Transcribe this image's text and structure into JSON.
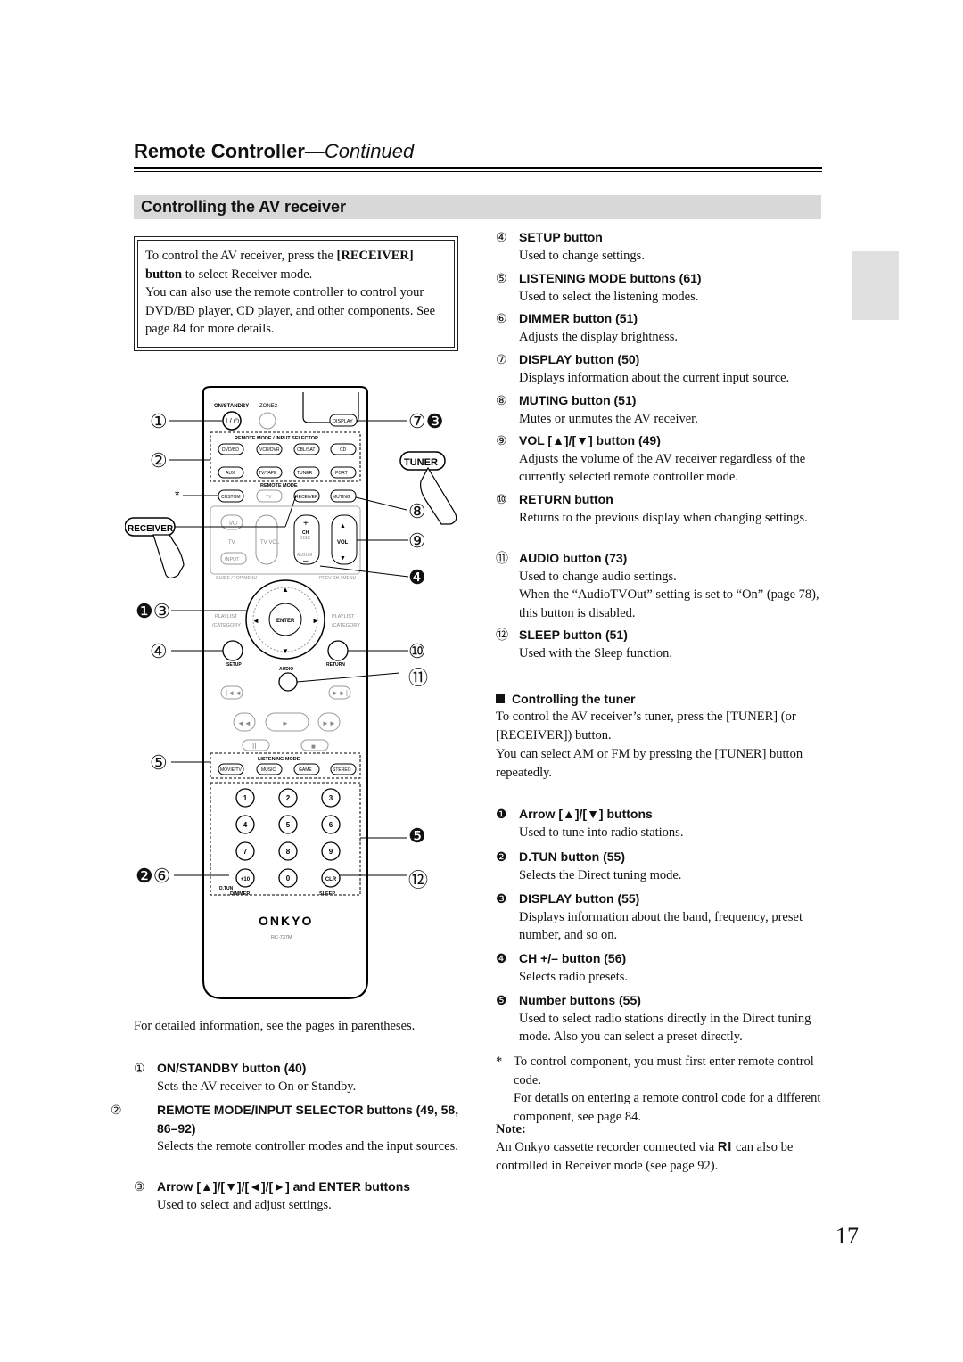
{
  "header": {
    "title": "Remote Controller",
    "continued": "—Continued"
  },
  "section_title": "Controlling the AV receiver",
  "intro": {
    "p1_a": "To control the AV receiver, press the ",
    "p1_b": "[RECEIVER]",
    "p1_c": " ",
    "p1_d": "button",
    "p1_e": " to select Receiver mode.",
    "p2": "You can also use the remote controller to control your DVD/BD player, CD player, and other components. See page 84 for more details."
  },
  "remote": {
    "on_standby": "ON/STANDBY",
    "zone2": "ZONE2",
    "display": "DISPLAY",
    "remote_mode_input": "REMOTE MODE / INPUT SELECTOR",
    "dvd_bd": "DVD/BD",
    "vcr_dvr": "VCR/DVR",
    "cbl_sat": "CBL/SAT",
    "cd": "CD",
    "aux": "AUX",
    "tv_tape": "TV/TAPE",
    "tuner": "TUNER",
    "port": "PORT",
    "remote_mode": "REMOTE MODE",
    "custom": "CUSTOM",
    "tv": "TV",
    "receiver": "RECEIVER",
    "muting": "MUTING",
    "ch": "CH",
    "disc": "DISC",
    "album": "ALBUM",
    "vol": "VOL",
    "tv_vol": "TV VOL",
    "input": "INPUT",
    "guide_top_menu": "GUIDE / TOP MENU",
    "prev_ch_menu": "PREV CH / MENU",
    "playlist": "PLAYLIST",
    "category": "/CATEGORY",
    "enter": "ENTER",
    "setup": "SETUP",
    "audio": "AUDIO",
    "return": "RETURN",
    "listening_mode": "LISTENING MODE",
    "movie_tv": "MOVIE/TV",
    "music": "MUSIC",
    "game": "GAME",
    "stereo": "STEREO",
    "digits": [
      "1",
      "2",
      "3",
      "4",
      "5",
      "6",
      "7",
      "8",
      "9",
      "+10",
      "0",
      "CLR"
    ],
    "d_tun": "D.TUN",
    "dimmer": "DIMMER",
    "sleep": "SLEEP",
    "brand": "ONKYO",
    "model": "RC-737M",
    "tuner_label": "TUNER",
    "receiver_label": "RECEIVER"
  },
  "callouts": {
    "c1": "①",
    "c2": "②",
    "star": "*",
    "c13": "❶③",
    "c4": "④",
    "c5": "⑤",
    "c26": "❷⑥",
    "c7_3": "⑦❸",
    "c8": "⑧",
    "c9": "⑨",
    "c_4": "❹",
    "c10": "⑩",
    "c11": "⑪",
    "c_5": "❺",
    "c12": "⑫"
  },
  "caption": "For detailed information, see the pages in parentheses.",
  "left_items": [
    {
      "num": "①",
      "title": "ON/STANDBY button (40)",
      "desc": "Sets the AV receiver to On or Standby."
    },
    {
      "num": "②",
      "title": "REMOTE MODE/INPUT SELECTOR buttons (49, 58, 86–92)",
      "desc": "Selects the remote controller modes and the input sources."
    },
    {
      "num": "③",
      "title": "Arrow [▲]/[▼]/[◄]/[►] and ENTER buttons",
      "desc": "Used to select and adjust settings."
    }
  ],
  "right_items": [
    {
      "num": "④",
      "title": "SETUP button",
      "desc": "Used to change settings."
    },
    {
      "num": "⑤",
      "title": "LISTENING MODE buttons (61)",
      "desc": "Used to select the listening modes."
    },
    {
      "num": "⑥",
      "title": "DIMMER button (51)",
      "desc": "Adjusts the display brightness."
    },
    {
      "num": "⑦",
      "title": "DISPLAY button (50)",
      "desc": "Displays information about the current input source."
    },
    {
      "num": "⑧",
      "title": "MUTING button (51)",
      "desc": "Mutes or unmutes the AV receiver."
    },
    {
      "num": "⑨",
      "title": "VOL [▲]/[▼] button (49)",
      "desc": "Adjusts the volume of the AV receiver regardless of the currently selected remote controller mode."
    },
    {
      "num": "⑩",
      "title": "RETURN button",
      "desc": "Returns to the previous display when changing settings."
    },
    {
      "num": "⑪",
      "title": "AUDIO button (73)",
      "desc": "Used to change audio settings.",
      "desc2": "When the “AudioTVOut” setting is set to “On” (page 78), this button is disabled."
    },
    {
      "num": "⑫",
      "title": "SLEEP button (51)",
      "desc": "Used with the Sleep function."
    }
  ],
  "tuner_section": {
    "heading": "Controlling the tuner",
    "p1": "To control the AV receiver’s tuner, press the [TUNER] (or [RECEIVER]) button.",
    "p2": "You can select AM or FM by pressing the [TUNER] button repeatedly.",
    "items": [
      {
        "num": "❶",
        "title": "Arrow [▲]/[▼] buttons",
        "desc": "Used to tune into radio stations."
      },
      {
        "num": "❷",
        "title": "D.TUN button (55)",
        "desc": "Selects the Direct tuning mode."
      },
      {
        "num": "❸",
        "title": "DISPLAY button (55)",
        "desc": "Displays information about the band, frequency, preset number, and so on."
      },
      {
        "num": "❹",
        "title": "CH +/– button (56)",
        "desc": "Selects radio presets."
      },
      {
        "num": "❺",
        "title": "Number buttons (55)",
        "desc": "Used to select radio stations directly in the Direct tuning mode. Also you can select a preset directly."
      }
    ]
  },
  "star_note": {
    "star": "*",
    "p1": "To control component, you must first enter remote control code.",
    "p2": "For details on entering a remote control code for a different component, see page 84."
  },
  "note": {
    "label": "Note:",
    "text_a": "An Onkyo cassette recorder connected via ",
    "ri": "RI",
    "text_b": " can also be controlled in Receiver mode (see page 92)."
  },
  "page_number": "17"
}
